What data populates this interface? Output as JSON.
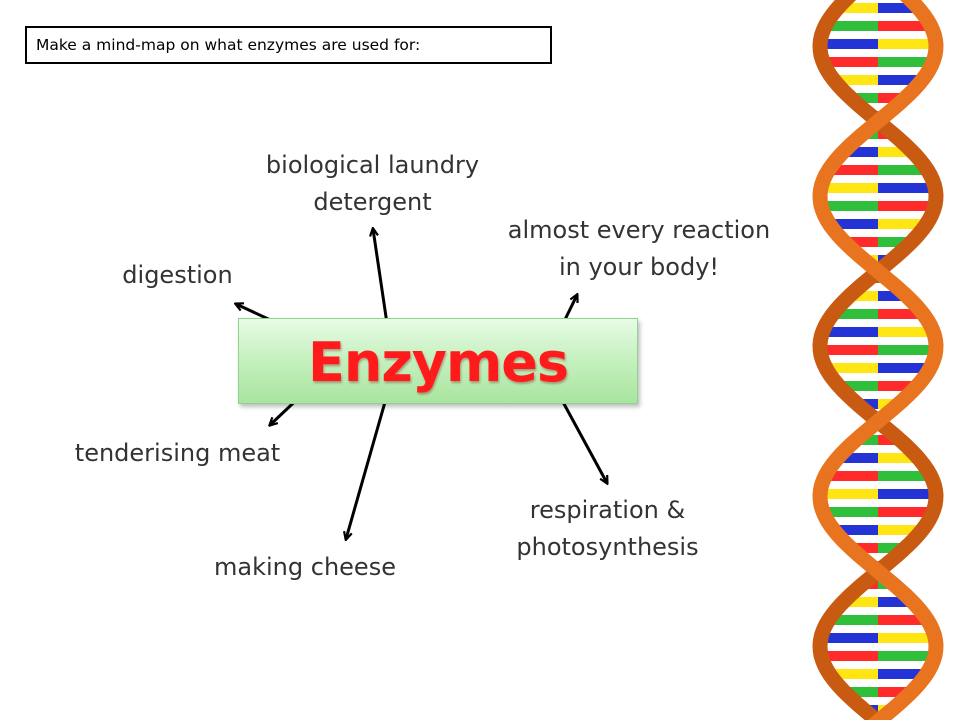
{
  "instruction": "Make a mind-map on what enzymes are used for:",
  "center": {
    "title": "Enzymes"
  },
  "uses": [
    {
      "id": "laundry",
      "lines": [
        "biological laundry",
        "detergent"
      ]
    },
    {
      "id": "digestion",
      "lines": [
        "digestion"
      ]
    },
    {
      "id": "body",
      "lines": [
        "almost every reaction",
        "in your body!"
      ]
    },
    {
      "id": "meat",
      "lines": [
        "tenderising meat"
      ]
    },
    {
      "id": "cheese",
      "lines": [
        "making cheese"
      ]
    },
    {
      "id": "respiration",
      "lines": [
        "respiration &",
        "photosynthesis"
      ]
    }
  ],
  "colors": {
    "title": "#ff1b1b",
    "box_fill": "#c7f1c1",
    "label_text": "#333333",
    "arrow": "#000000",
    "dna_backbone": "#e8741f",
    "dna_rungs": [
      "#2433d6",
      "#ff2a2a",
      "#ffe612",
      "#2fbf3a"
    ]
  },
  "decoration": {
    "name": "dna-double-helix"
  }
}
